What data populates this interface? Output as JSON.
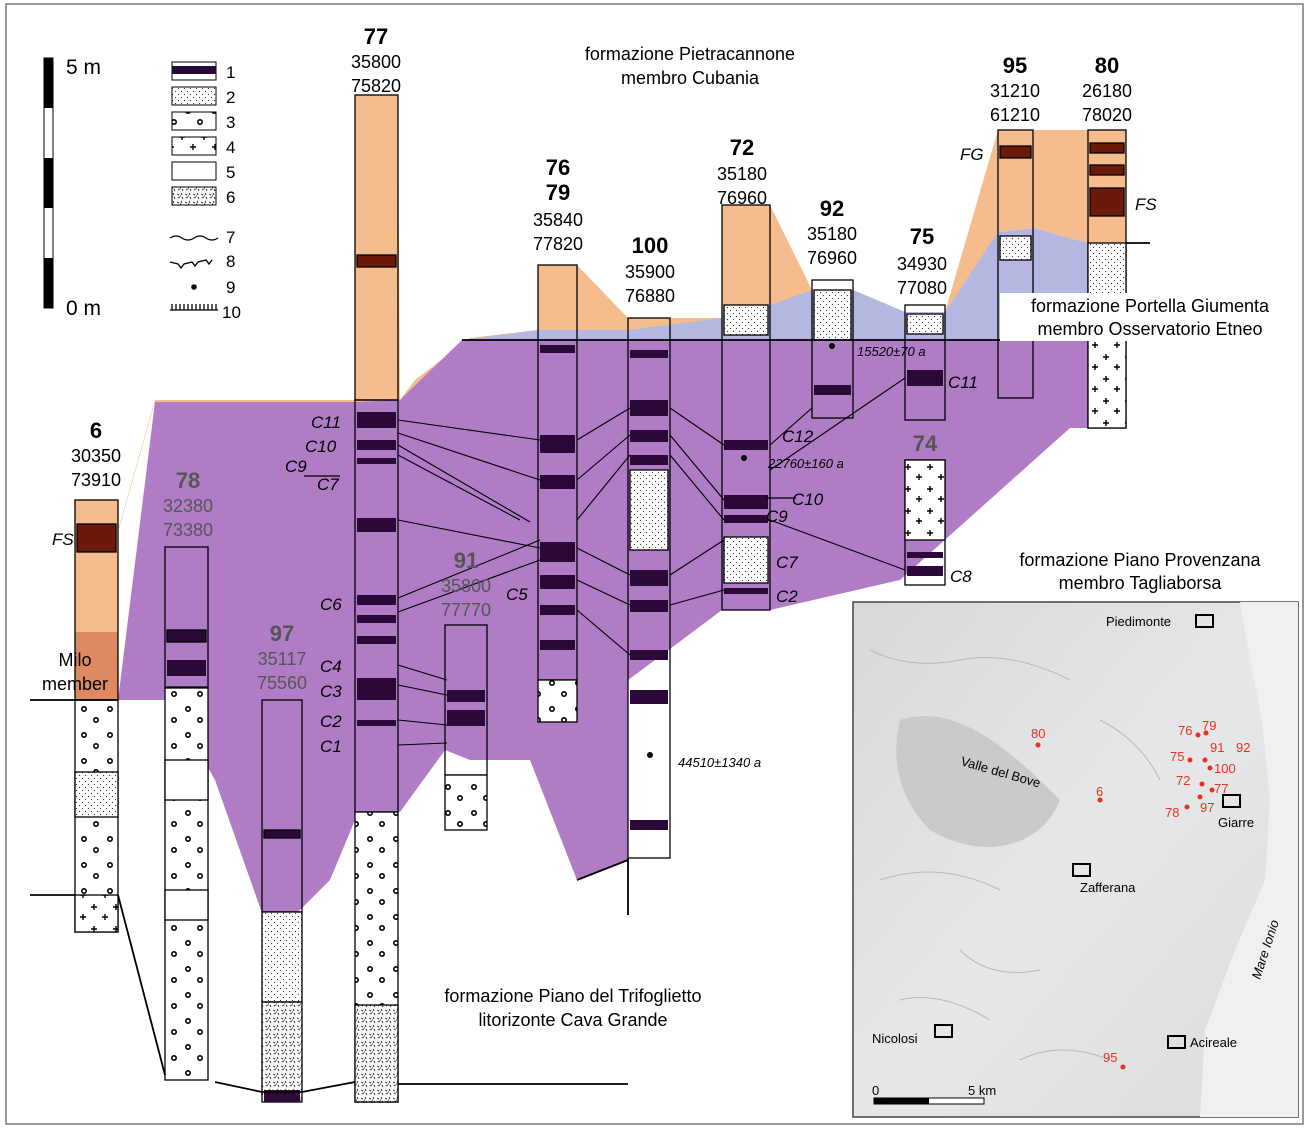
{
  "scale": {
    "top": "5 m",
    "bottom": "0 m"
  },
  "legend": [
    "1",
    "2",
    "3",
    "4",
    "5",
    "6",
    "7",
    "8",
    "9",
    "10"
  ],
  "formations": {
    "pietracannone": [
      "formazione Pietracannone",
      "membro Cubania"
    ],
    "portella": [
      "formazione Portella Giumenta",
      "membro Osservatorio Etneo"
    ],
    "provenzana": [
      "formazione Piano Provenzana",
      "membro Tagliaborsa"
    ],
    "trifoglietto": [
      "formazione Piano del Trifoglietto",
      "litorizonte Cava Grande"
    ],
    "milo": [
      "Milo",
      "member"
    ]
  },
  "sections": [
    {
      "id": "6",
      "coords": [
        "30350",
        "73910"
      ]
    },
    {
      "id": "78",
      "coords": [
        "32380",
        "73380"
      ]
    },
    {
      "id": "97",
      "coords": [
        "35117",
        "75560"
      ]
    },
    {
      "id": "77",
      "coords": [
        "35800",
        "75820"
      ]
    },
    {
      "id": "91",
      "coords": [
        "35800",
        "77770"
      ]
    },
    {
      "id": "76",
      "id2": "79",
      "coords": [
        "35840",
        "77820"
      ]
    },
    {
      "id": "100",
      "coords": [
        "35900",
        "76880"
      ]
    },
    {
      "id": "72",
      "coords": [
        "35180",
        "76960"
      ]
    },
    {
      "id": "92",
      "coords": [
        "35180",
        "76960"
      ]
    },
    {
      "id": "75",
      "coords": [
        "34930",
        "77080"
      ]
    },
    {
      "id": "74"
    },
    {
      "id": "95",
      "coords": [
        "31210",
        "61210"
      ]
    },
    {
      "id": "80",
      "coords": [
        "26180",
        "78020"
      ]
    }
  ],
  "marks": {
    "FS1": "FS",
    "FS2": "FS",
    "FG": "FG",
    "C11a": "C11",
    "C10": "C10",
    "C9a": "C9",
    "C7a": "C7",
    "C6": "C6",
    "C4": "C4",
    "C3": "C3",
    "C2a": "C2",
    "C1": "C1",
    "C5": "C5",
    "C12": "C12",
    "C10b": "C10",
    "C9b": "C9",
    "C7b": "C7",
    "C2b": "C2",
    "C11b": "C11",
    "C8": "C8"
  },
  "ages": {
    "a1": "15520±70 a",
    "a2": "22760±160 a",
    "a3": "44510±1340 a"
  },
  "map": {
    "towns": [
      "Piedimonte",
      "Giarre",
      "Zafferana",
      "Nicolosi",
      "Acireale"
    ],
    "places": [
      "Valle del Bove",
      "Mare Ionio"
    ],
    "scale_start": "0",
    "scale_end": "5 km",
    "points": [
      "80",
      "76",
      "79",
      "75",
      "91",
      "92",
      "100",
      "72",
      "77",
      "78",
      "97",
      "6",
      "95"
    ]
  },
  "colors": {
    "orange": "#f5bd8e",
    "purple": "#b07cc6",
    "blue": "#b4b8e0",
    "layer": "#2a0838",
    "brown": "#6b1a0a",
    "red": "#e8321e"
  }
}
